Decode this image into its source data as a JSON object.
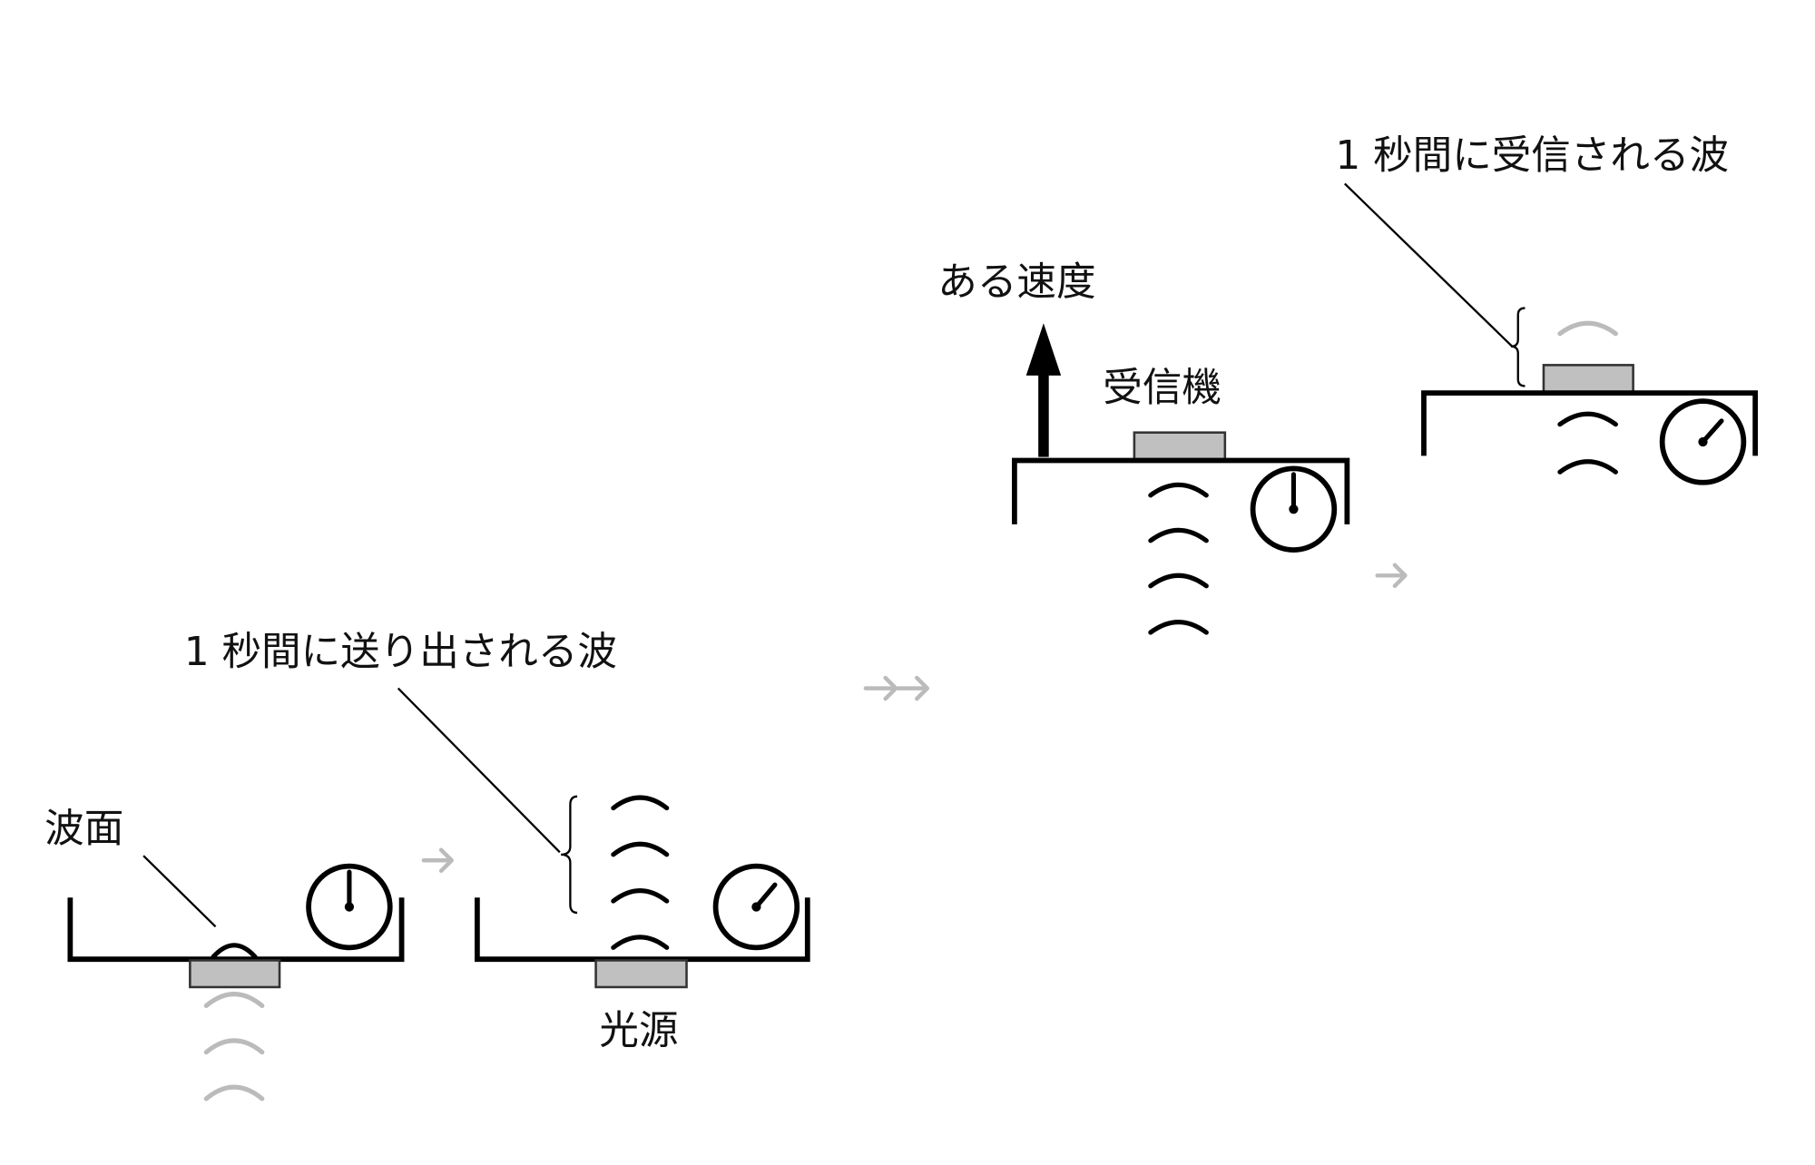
{
  "labels": {
    "wavefront": "波面",
    "waves_emitted": "1 秒間に送り出される波",
    "light_source": "光源",
    "some_velocity": "ある速度",
    "receiver": "受信機",
    "waves_received": "1 秒間に受信される波"
  },
  "colors": {
    "device_fill": "#c0c0c0",
    "faded_wave": "#bbbbbb",
    "stroke": "#000000"
  }
}
